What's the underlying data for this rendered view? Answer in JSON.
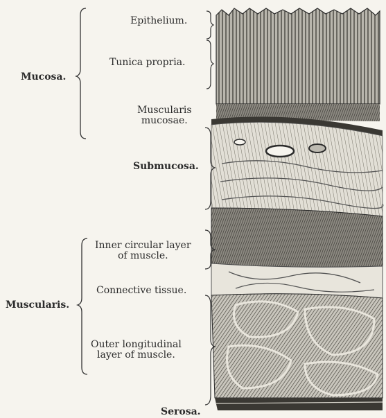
{
  "labels": {
    "mucosa": "Mucosa.",
    "epithelium": "Epithelium.",
    "tunica_propria": "Tunica propria.",
    "muscularis_mucosae_1": "Muscularis",
    "muscularis_mucosae_2": "mucosae.",
    "submucosa": "Submucosa.",
    "muscularis": "Muscularis.",
    "inner_circular_1": "Inner circular layer",
    "inner_circular_2": "of muscle.",
    "connective_tissue": "Connective tissue.",
    "outer_longitudinal_1": "Outer longitudinal",
    "outer_longitudinal_2": "layer of muscle.",
    "serosa": "Serosa."
  }
}
